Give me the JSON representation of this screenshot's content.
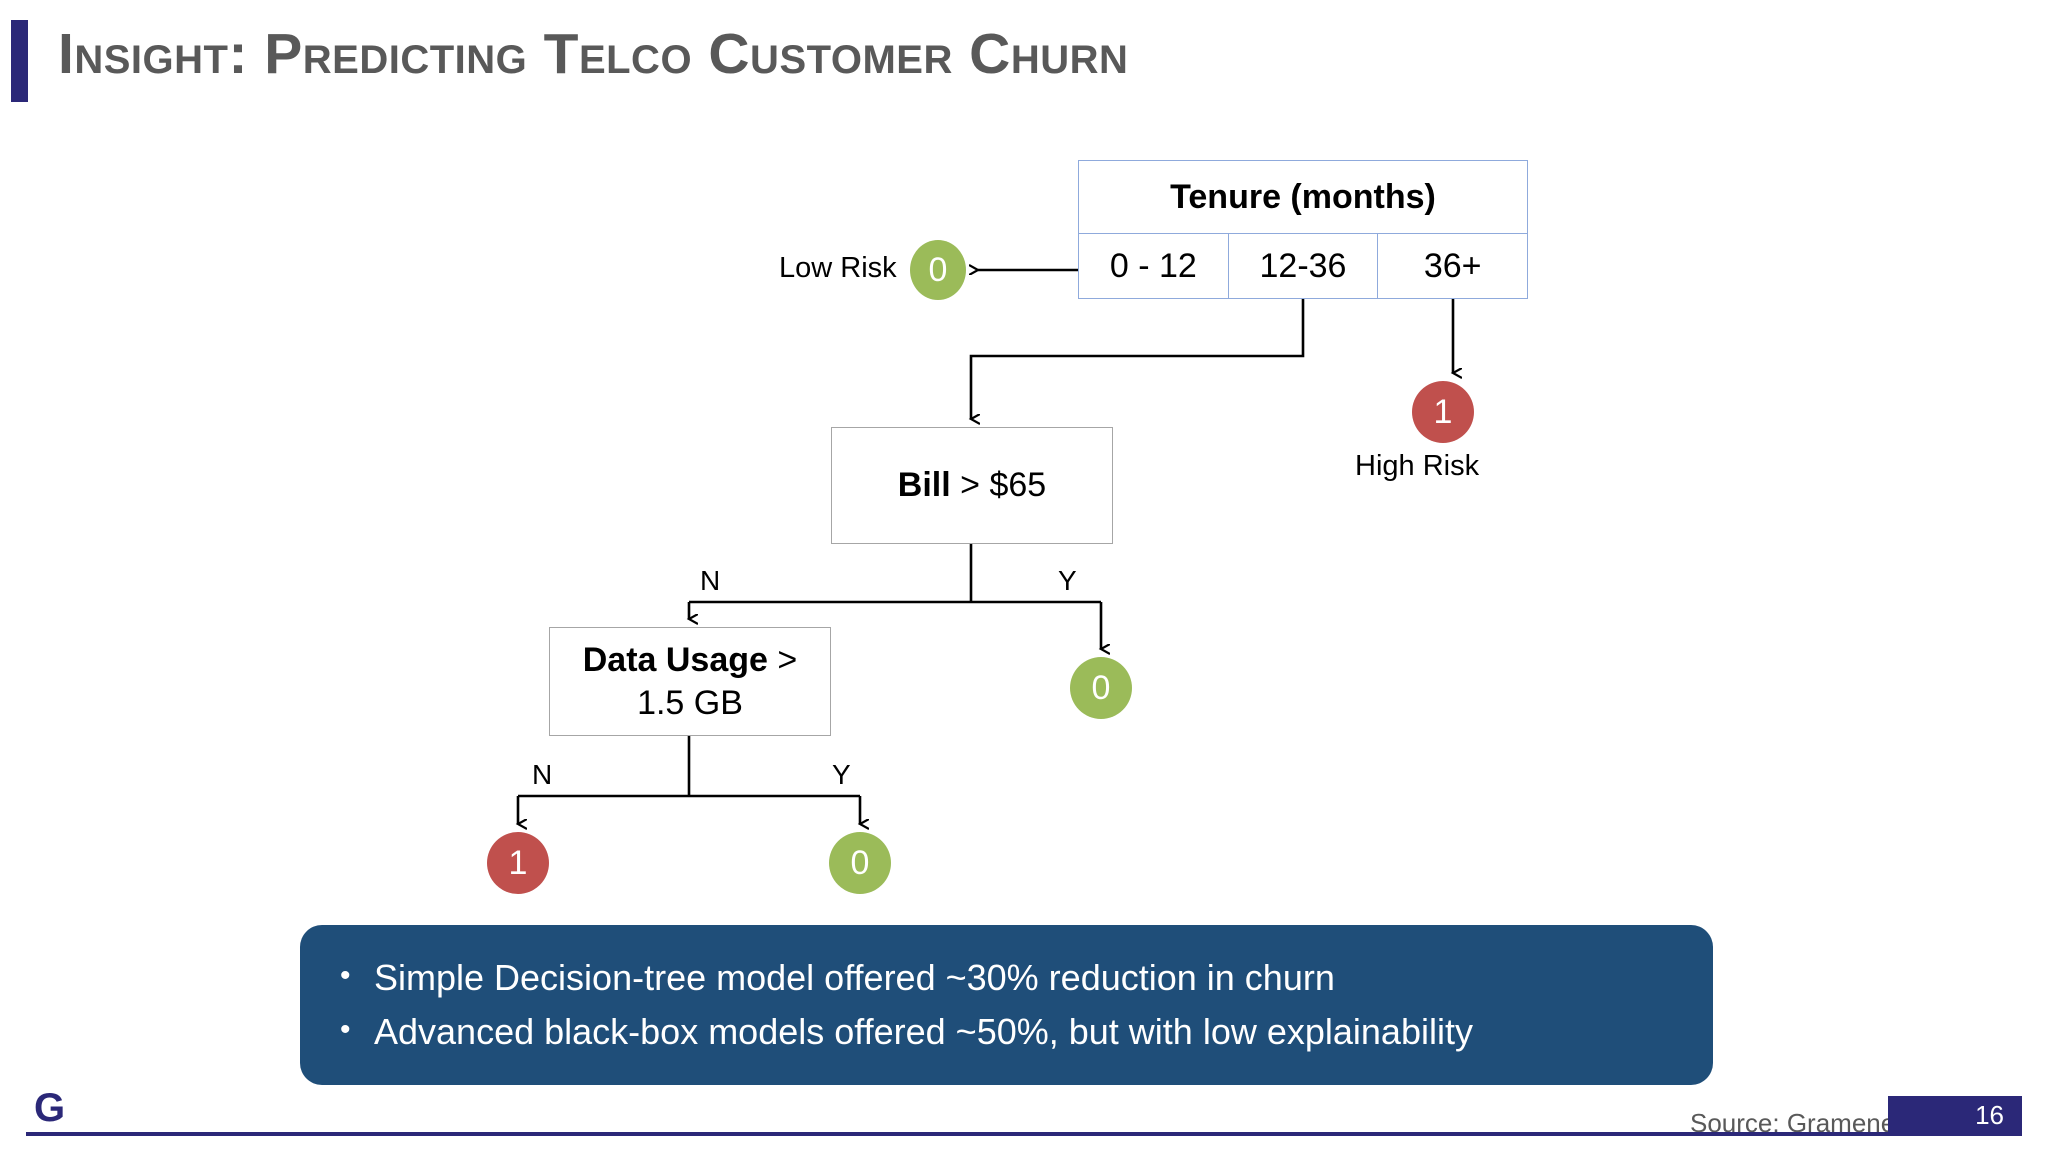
{
  "slide": {
    "title": "Insight: Predicting Telco Customer Churn",
    "accent_color": "#2B2878",
    "title_color": "#595959"
  },
  "chart_data": {
    "type": "diagram",
    "diagram_kind": "decision-tree",
    "title": "Insight: Predicting Telco Customer Churn",
    "colors": {
      "leaf_low_risk": "#9BBB59",
      "leaf_high_risk": "#C0504D",
      "box_border": "#A6A6A6",
      "table_border": "#8FAADC",
      "callout_background": "#1F4E79"
    },
    "root": {
      "feature": "Tenure (months)",
      "bins": [
        "0 - 12",
        "12-36",
        "36+"
      ]
    },
    "nodes": [
      {
        "id": "tenure",
        "label": "Tenure (months)",
        "type": "split",
        "bins": [
          "0 - 12",
          "12-36",
          "36+"
        ]
      },
      {
        "id": "bill",
        "feature": "Bill",
        "condition": "> $65",
        "type": "split",
        "branches": [
          "N",
          "Y"
        ]
      },
      {
        "id": "data_usage",
        "feature": "Data Usage",
        "condition": "> 1.5 GB",
        "type": "split",
        "branches": [
          "N",
          "Y"
        ]
      }
    ],
    "leaves": [
      {
        "id": "low_risk",
        "value": "0",
        "label": "Low Risk",
        "color": "#9BBB59",
        "from": "Tenure 0 - 12"
      },
      {
        "id": "high_risk",
        "value": "1",
        "label": "High Risk",
        "color": "#C0504D",
        "from": "Tenure 36+"
      },
      {
        "id": "bill_yes",
        "value": "0",
        "label": "",
        "color": "#9BBB59",
        "from": "Bill > $65 = Y"
      },
      {
        "id": "usage_no",
        "value": "1",
        "label": "",
        "color": "#C0504D",
        "from": "Data Usage > 1.5 GB = N"
      },
      {
        "id": "usage_yes",
        "value": "0",
        "label": "",
        "color": "#9BBB59",
        "from": "Data Usage > 1.5 GB = Y"
      }
    ],
    "edges": [
      {
        "from": "tenure:0 - 12",
        "to": "low_risk",
        "label": ""
      },
      {
        "from": "tenure:12-36",
        "to": "bill",
        "label": ""
      },
      {
        "from": "tenure:36+",
        "to": "high_risk",
        "label": ""
      },
      {
        "from": "bill",
        "to": "data_usage",
        "label": "N"
      },
      {
        "from": "bill",
        "to": "bill_yes",
        "label": "Y"
      },
      {
        "from": "data_usage",
        "to": "usage_no",
        "label": "N"
      },
      {
        "from": "data_usage",
        "to": "usage_yes",
        "label": "Y"
      }
    ]
  },
  "tree": {
    "tenure": {
      "header": "Tenure (months)",
      "bins": [
        "0 - 12",
        "12-36",
        "36+"
      ]
    },
    "bill": {
      "feature": "Bill",
      "condition": "> $65"
    },
    "data_usage": {
      "feature": "Data Usage",
      "condition_line1": ">",
      "condition_line2": "1.5 GB"
    },
    "leaves": {
      "low_risk": {
        "value": "0",
        "label": "Low Risk"
      },
      "high_risk": {
        "value": "1",
        "label": "High Risk"
      },
      "bill_yes": {
        "value": "0"
      },
      "usage_no": {
        "value": "1"
      },
      "usage_yes": {
        "value": "0"
      }
    },
    "branch_labels": {
      "bill_no": "N",
      "bill_yes": "Y",
      "usage_no": "N",
      "usage_yes": "Y"
    }
  },
  "callout": {
    "bullet_glyph": "•",
    "bullets": [
      "Simple Decision-tree model offered ~30% reduction in churn",
      "Advanced black-box models offered ~50%, but with low explainability"
    ]
  },
  "footer": {
    "logo": "G",
    "source": "Source: Gramener",
    "page_number": "16"
  }
}
